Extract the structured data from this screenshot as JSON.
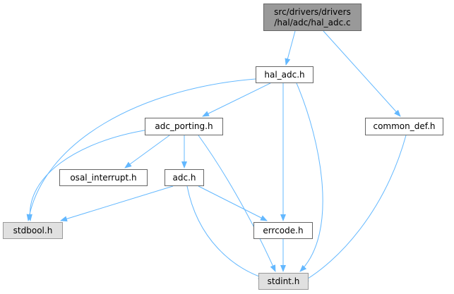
{
  "graph": {
    "edge_color": "#63b8ff",
    "nodes": [
      {
        "id": "root",
        "label": "src/drivers/drivers\n/hal/adc/hal_adc.c",
        "kind": "root"
      },
      {
        "id": "hal_adc",
        "label": "hal_adc.h",
        "kind": "normal"
      },
      {
        "id": "common_def",
        "label": "common_def.h",
        "kind": "normal"
      },
      {
        "id": "adc_porting",
        "label": "adc_porting.h",
        "kind": "normal"
      },
      {
        "id": "osal_interrupt",
        "label": "osal_interrupt.h",
        "kind": "normal"
      },
      {
        "id": "adc",
        "label": "adc.h",
        "kind": "normal"
      },
      {
        "id": "stdbool",
        "label": "stdbool.h",
        "kind": "external"
      },
      {
        "id": "errcode",
        "label": "errcode.h",
        "kind": "normal"
      },
      {
        "id": "stdint",
        "label": "stdint.h",
        "kind": "external"
      }
    ],
    "edges": [
      [
        "root",
        "hal_adc"
      ],
      [
        "root",
        "common_def"
      ],
      [
        "hal_adc",
        "adc_porting"
      ],
      [
        "hal_adc",
        "stdbool"
      ],
      [
        "hal_adc",
        "errcode"
      ],
      [
        "hal_adc",
        "stdint"
      ],
      [
        "adc_porting",
        "stdbool"
      ],
      [
        "adc_porting",
        "osal_interrupt"
      ],
      [
        "adc_porting",
        "adc"
      ],
      [
        "adc_porting",
        "stdint"
      ],
      [
        "adc",
        "stdbool"
      ],
      [
        "adc",
        "errcode"
      ],
      [
        "adc",
        "stdint"
      ],
      [
        "errcode",
        "stdint"
      ],
      [
        "common_def",
        "stdint"
      ]
    ]
  }
}
